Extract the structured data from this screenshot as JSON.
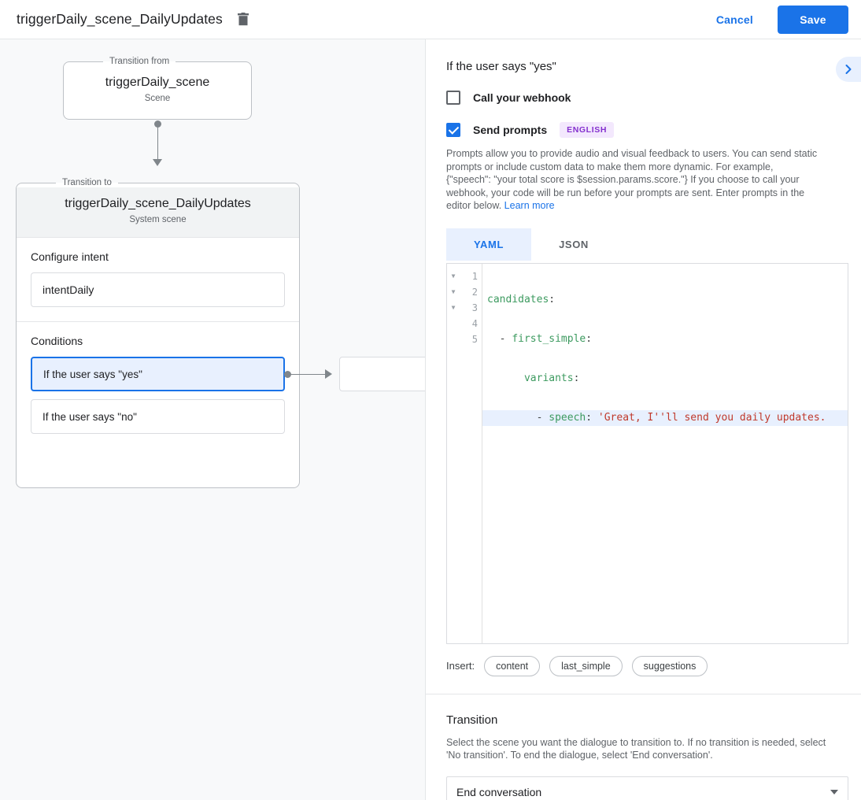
{
  "topbar": {
    "title": "triggerDaily_scene_DailyUpdates",
    "delete_icon": "trash-icon",
    "cancel_label": "Cancel",
    "save_label": "Save",
    "accent_color": "#1a73e8"
  },
  "graph": {
    "from_legend": "Transition from",
    "from_title": "triggerDaily_scene",
    "from_subtitle": "Scene",
    "to_legend": "Transition to",
    "to_title": "triggerDaily_scene_DailyUpdates",
    "to_subtitle": "System scene",
    "intent_section_label": "Configure intent",
    "intent_value": "intentDaily",
    "conditions_section_label": "Conditions",
    "conditions": [
      {
        "label": "If the user says \"yes\"",
        "selected": true
      },
      {
        "label": "If the user says \"no\"",
        "selected": false
      }
    ]
  },
  "panel": {
    "title": "If the user says \"yes\"",
    "expand_icon": "chevron-right-icon",
    "webhook_label": "Call your webhook",
    "webhook_checked": false,
    "prompts_label": "Send prompts",
    "prompts_checked": true,
    "language_badge": "ENGLISH",
    "description": "Prompts allow you to provide audio and visual feedback to users. You can send static prompts or include custom data to make them more dynamic. For example, {\"speech\": \"your total score is $session.params.score.\"} If you choose to call your webhook, your code will be run before your prompts are sent. Enter prompts in the editor below.",
    "learn_more": "Learn more",
    "tabs": [
      {
        "label": "YAML",
        "active": true
      },
      {
        "label": "JSON",
        "active": false
      }
    ],
    "editor": {
      "language": "yaml",
      "highlighted_line": 4,
      "lines": [
        {
          "num": "1",
          "fold": true,
          "text": "candidates:"
        },
        {
          "num": "2",
          "fold": true,
          "text": "  - first_simple:"
        },
        {
          "num": "3",
          "fold": true,
          "text": "      variants:"
        },
        {
          "num": "4",
          "fold": false,
          "text": "        - speech: 'Great, I''ll send you daily updates."
        },
        {
          "num": "5",
          "fold": false,
          "text": ""
        }
      ]
    },
    "insert_label": "Insert:",
    "insert_chips": [
      "content",
      "last_simple",
      "suggestions"
    ],
    "transition": {
      "title": "Transition",
      "description": "Select the scene you want the dialogue to transition to. If no transition is needed, select 'No transition'. To end the dialogue, select 'End conversation'.",
      "selected": "End conversation"
    }
  }
}
